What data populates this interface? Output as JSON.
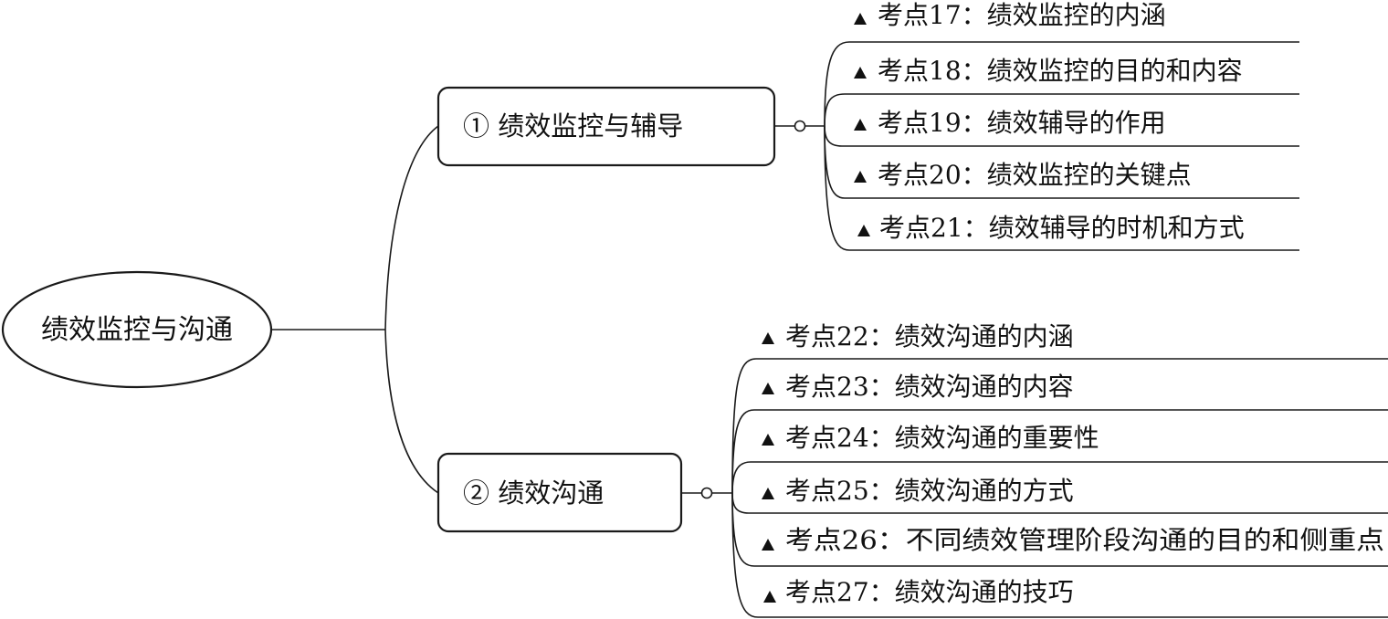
{
  "root": {
    "label": "绩效监控与沟通"
  },
  "branches": [
    {
      "label": "① 绩效监控与辅导",
      "leaves": [
        "考点17：绩效监控的内涵",
        "考点18：绩效监控的目的和内容",
        "考点19：绩效辅导的作用",
        "考点20：绩效监控的关键点",
        "考点21：绩效辅导的时机和方式"
      ]
    },
    {
      "label": "② 绩效沟通",
      "leaves": [
        "考点22：绩效沟通的内涵",
        "考点23：绩效沟通的内容",
        "考点24：绩效沟通的重要性",
        "考点25：绩效沟通的方式",
        "考点26：不同绩效管理阶段沟通的目的和侧重点",
        "考点27：绩效沟通的技巧"
      ]
    }
  ],
  "colors": {
    "line": "#1a1a1a",
    "text": "#111111",
    "background": "#ffffff"
  },
  "icons": {
    "leaf_marker": "triangle-icon",
    "branch_connector": "circle-connector-icon"
  }
}
